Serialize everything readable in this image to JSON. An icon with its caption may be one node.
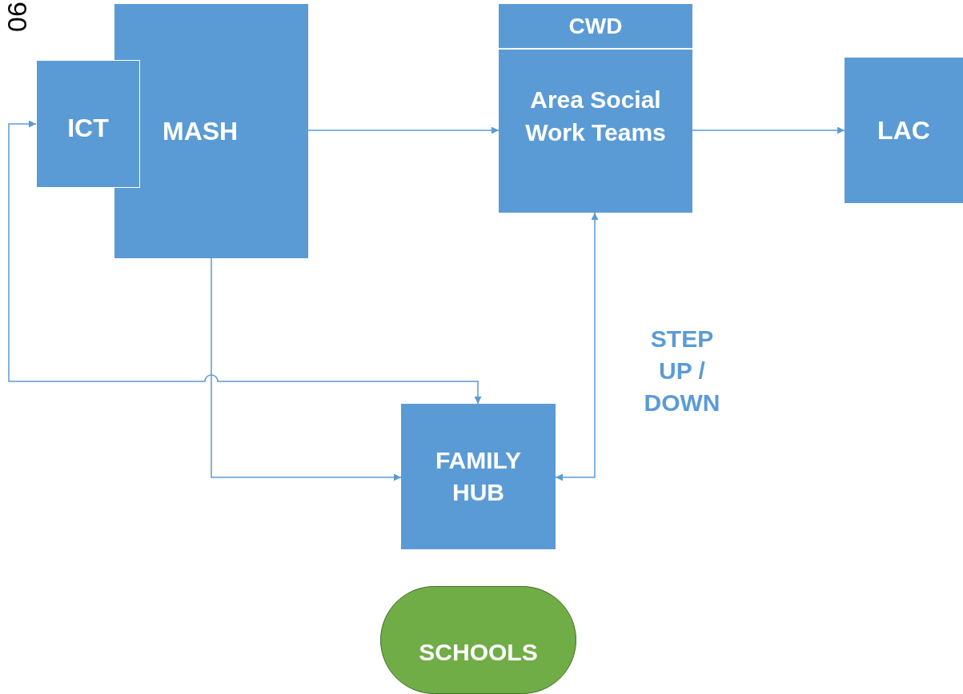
{
  "diagram": {
    "nodes": [
      {
        "text": [
          "MASH"
        ]
      },
      {
        "text": [
          "ICT"
        ]
      },
      {
        "text": [
          "CWD"
        ]
      },
      {
        "text": [
          "Area Social Work Teams"
        ]
      },
      {
        "text": [
          "LAC"
        ]
      },
      {
        "text": [
          "FAMILY HUB"
        ]
      },
      {
        "text": [
          "SCHOOLS"
        ]
      }
    ],
    "edges": [
      {
        "from": 0,
        "to": 3,
        "arrow": "to"
      },
      {
        "from": 3,
        "to": 4,
        "arrow": "to"
      },
      {
        "from": 0,
        "to": 5,
        "arrow": "to"
      },
      {
        "from": 1,
        "to": 5,
        "arrow": "both"
      },
      {
        "from": 3,
        "to": 5,
        "arrow": "both",
        "label": "STEP UP / DOWN"
      }
    ],
    "labels": [
      "06"
    ]
  }
}
